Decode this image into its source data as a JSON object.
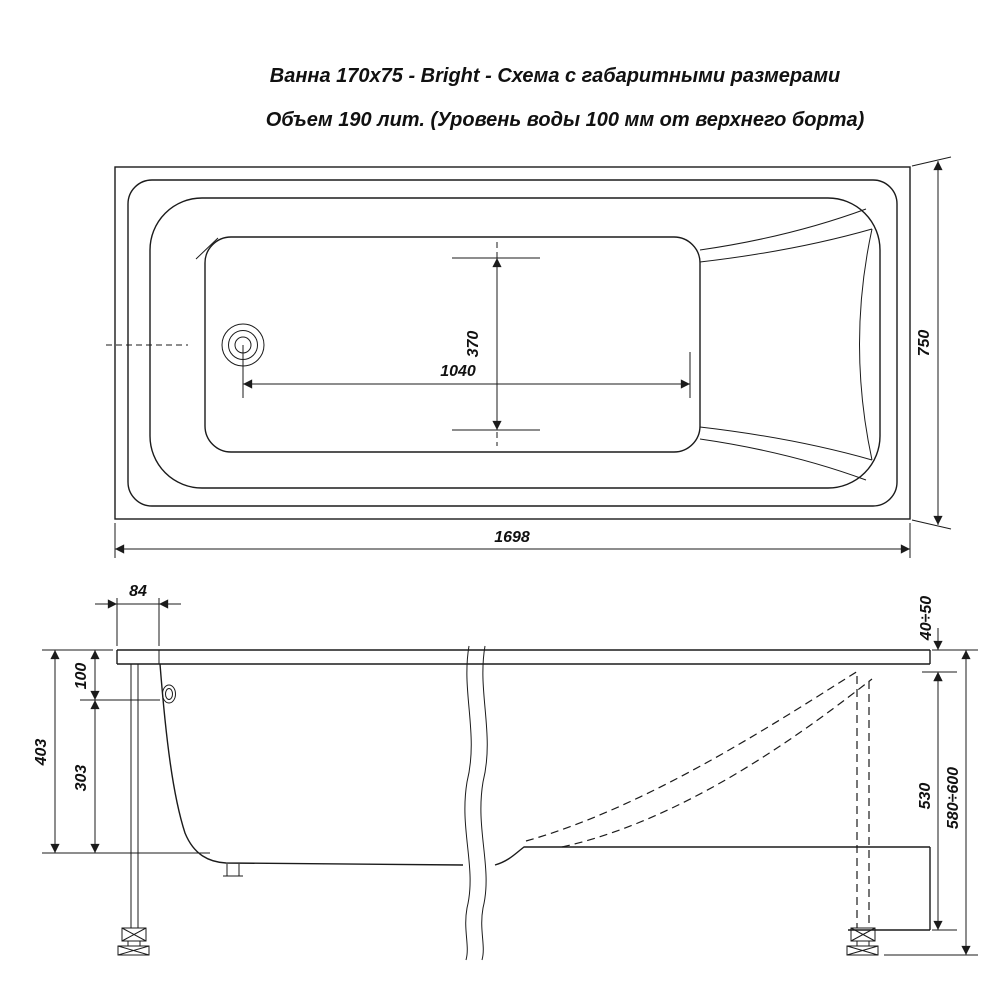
{
  "title": "Ванна 170x75 - Bright - Схема с габаритными размерами",
  "subtitle": "Объем 190 лит. (Уровень воды 100 мм от верхнего борта)",
  "top_view": {
    "inner_length": "1040",
    "inner_width": "370",
    "overall_length": "1698",
    "overall_width": "750"
  },
  "side_view": {
    "rim_flange_width": "84",
    "rim_height_range": "40÷50",
    "water_level_from_top": "100",
    "depth_outer": "403",
    "depth_inner": "303",
    "frame_height": "530",
    "overall_height_range": "580÷600"
  },
  "colors": {
    "line": "#1b1b1b",
    "background": "#ffffff"
  }
}
